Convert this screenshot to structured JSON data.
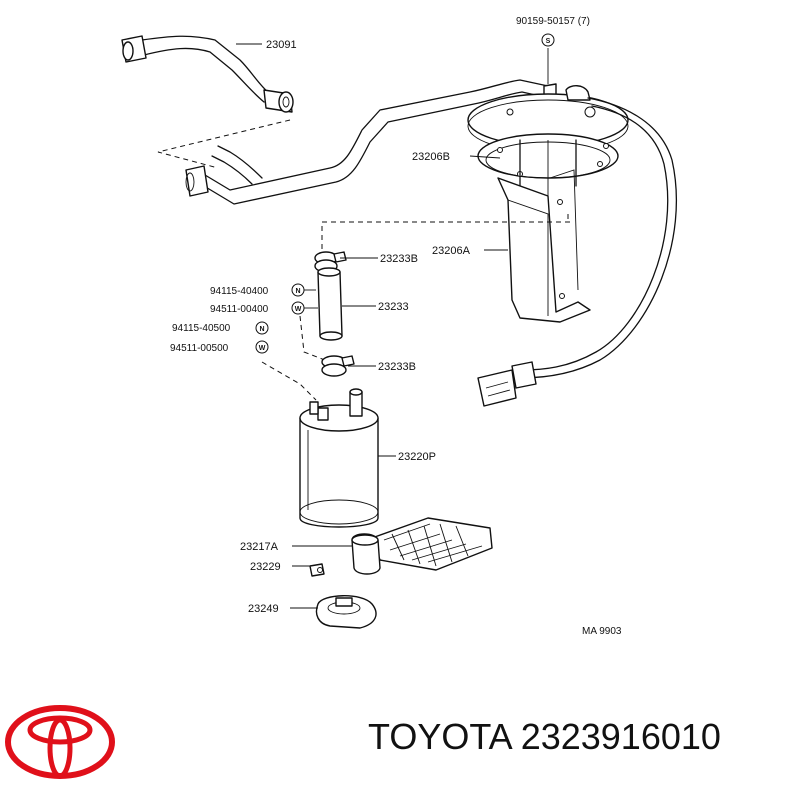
{
  "diagram": {
    "labels": {
      "p23091": "23091",
      "p90159": "90159-50157 (7)",
      "p23206B": "23206B",
      "p23206A": "23206A",
      "p23233B_top": "23233B",
      "p23233": "23233",
      "p23233B_bot": "23233B",
      "p94115_40400": "94115-40400",
      "p94511_00400": "94511-00400",
      "p94115_40500": "94115-40500",
      "p94511_00500": "94511-00500",
      "p23220P": "23220P",
      "p23217A": "23217A",
      "p23229": "23229",
      "p23249": "23249",
      "code": "MA 9903"
    },
    "symbols": {
      "s": "S",
      "n": "N",
      "w": "W"
    }
  },
  "brand": {
    "logo_icon": "toyota-logo-icon",
    "logo_color": "#e0101a",
    "caption": "TOYOTA 2323916010"
  }
}
